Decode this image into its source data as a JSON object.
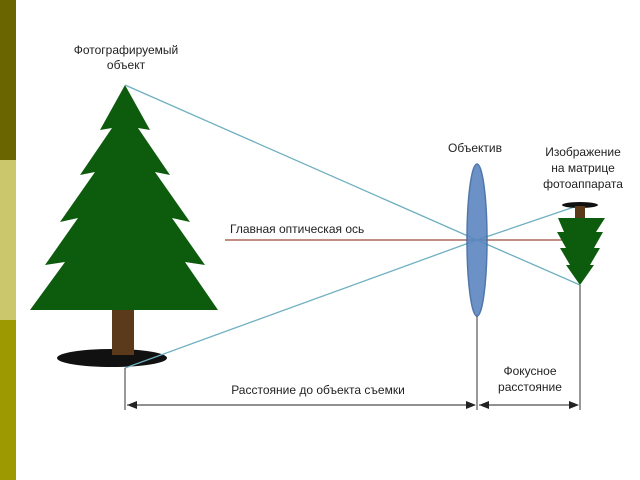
{
  "slide_bar_colors": [
    "#6b6500",
    "#cbc76c",
    "#9c9a00"
  ],
  "labels": {
    "object_line1": "Фотографируемый",
    "object_line2": "объект",
    "lens": "Объектив",
    "image_line1": "Изображение",
    "image_line2": "на матрице",
    "image_line3": "фотоаппарата",
    "axis": "Главная оптическая ось",
    "distance": "Расстояние до объекта съемки",
    "focal_line1": "Фокусное",
    "focal_line2": "расстояние"
  },
  "colors": {
    "tree": "#0d5c0d",
    "trunk": "#5a3a1a",
    "lens": "#5b86c0",
    "rays": "#6fb0c0",
    "axis": "#9a4a3a"
  }
}
